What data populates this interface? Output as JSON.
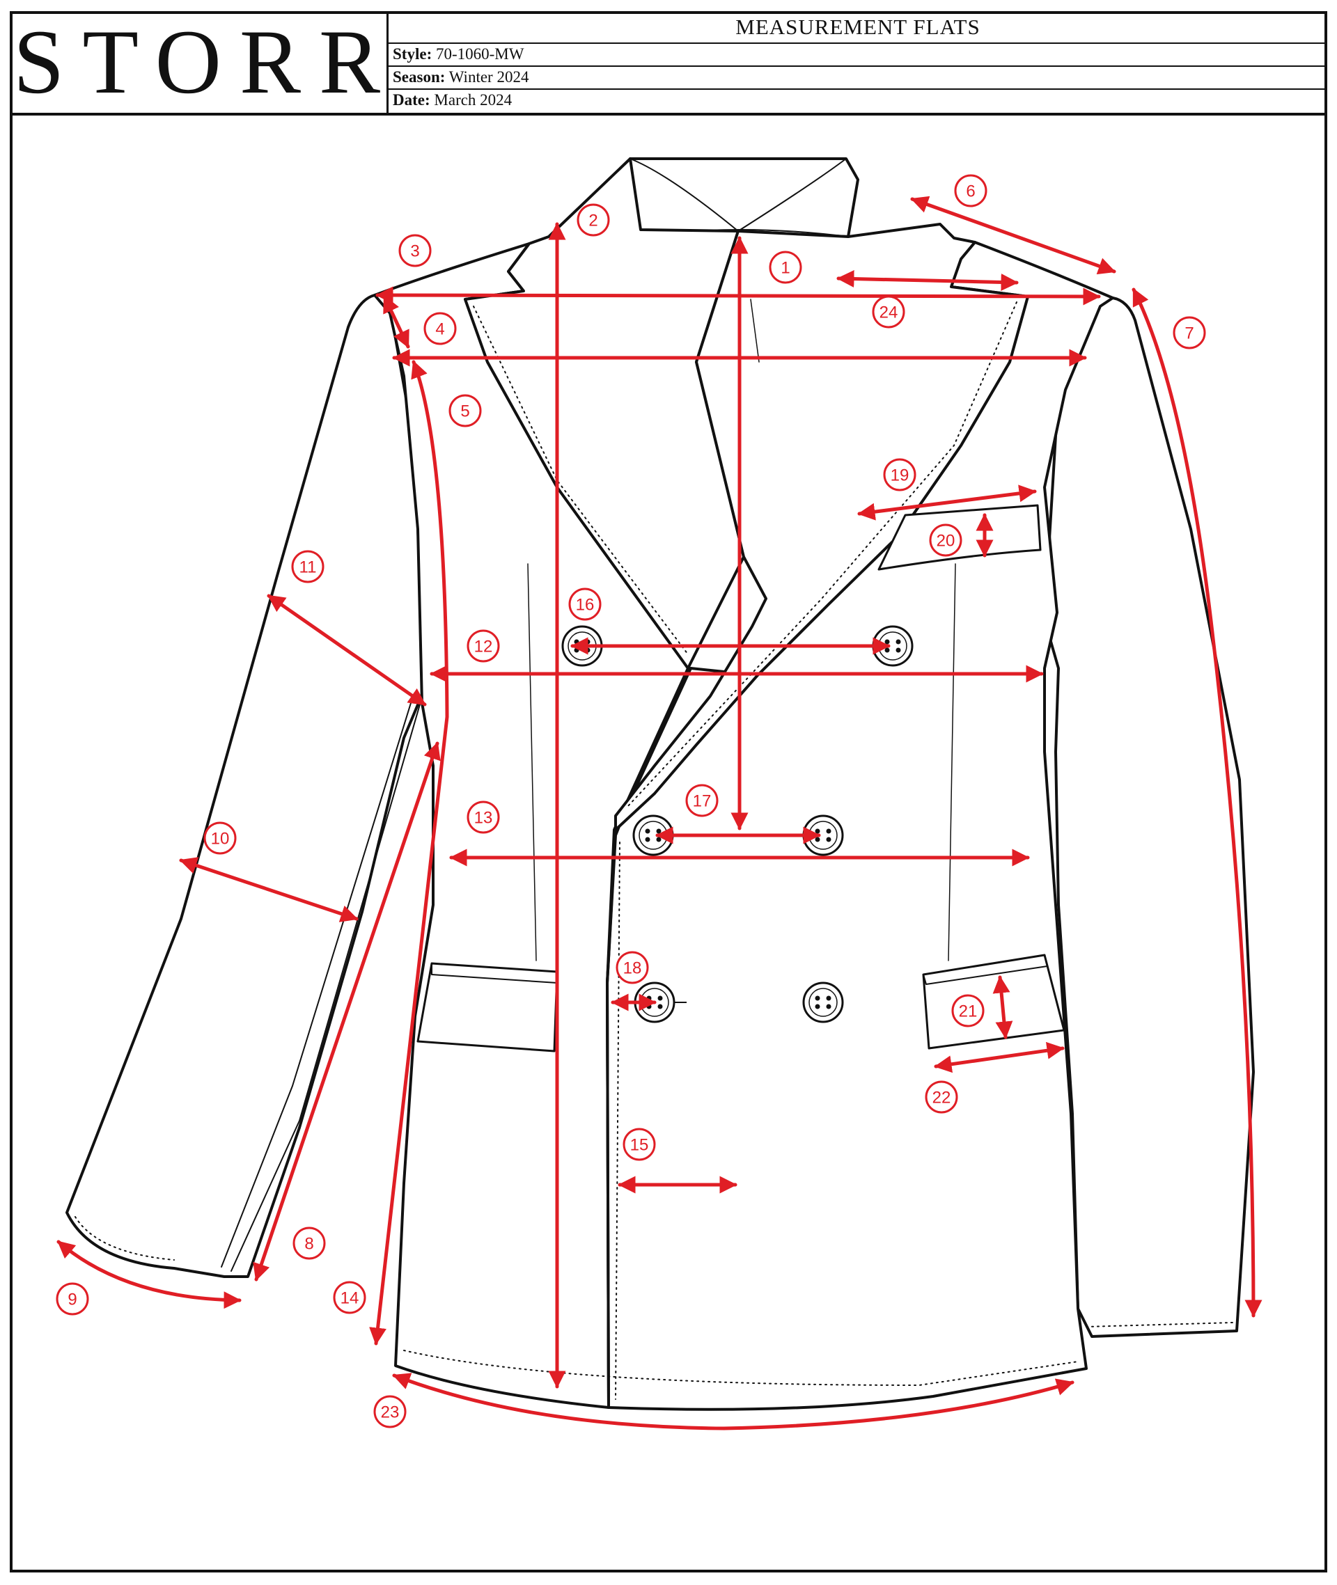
{
  "header": {
    "logo_text": "STORR",
    "sheet_title": "MEASUREMENT FLATS",
    "style_label": "Style",
    "style_value": "70-1060-MW",
    "season_label": "Season",
    "season_value": "Winter 2024",
    "date_label": "Date",
    "date_value": "March 2024"
  },
  "colors": {
    "outline": "#111111",
    "measure": "#e01e25"
  },
  "measurement_points": [
    "1",
    "2",
    "3",
    "4",
    "5",
    "6",
    "7",
    "8",
    "9",
    "10",
    "11",
    "12",
    "13",
    "14",
    "15",
    "16",
    "17",
    "18",
    "19",
    "20",
    "21",
    "22",
    "23",
    "24"
  ],
  "garment": {
    "type": "double-breasted peak lapel jacket",
    "front_buttons": 6,
    "pockets": [
      "chest welt pocket",
      "left flap pocket",
      "right flap pocket"
    ]
  }
}
